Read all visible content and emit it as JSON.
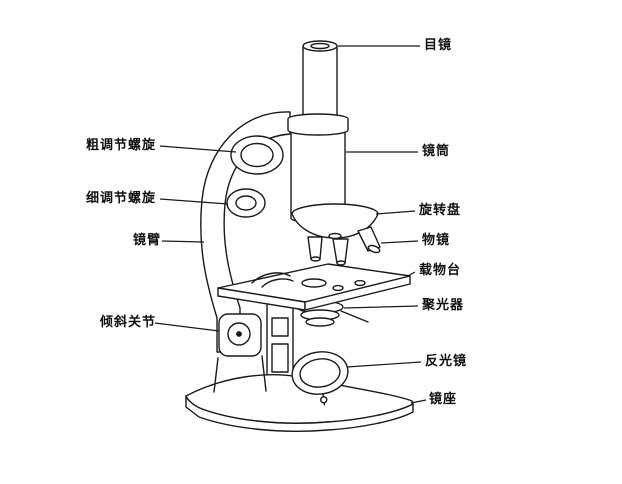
{
  "figure": {
    "background": "#ffffff",
    "line_color": "#1a1a1a"
  },
  "labels": {
    "coarse_adjustment": "粗调节螺旋",
    "fine_adjustment": "细调节螺旋",
    "arm": "镜臂",
    "inclination_joint": "倾斜关节",
    "eyepiece": "目镜",
    "body_tube": "镜筒",
    "nosepiece": "旋转盘",
    "objective": "物镜",
    "stage": "载物台",
    "condenser": "聚光器",
    "mirror": "反光镜",
    "base": "镜座"
  }
}
